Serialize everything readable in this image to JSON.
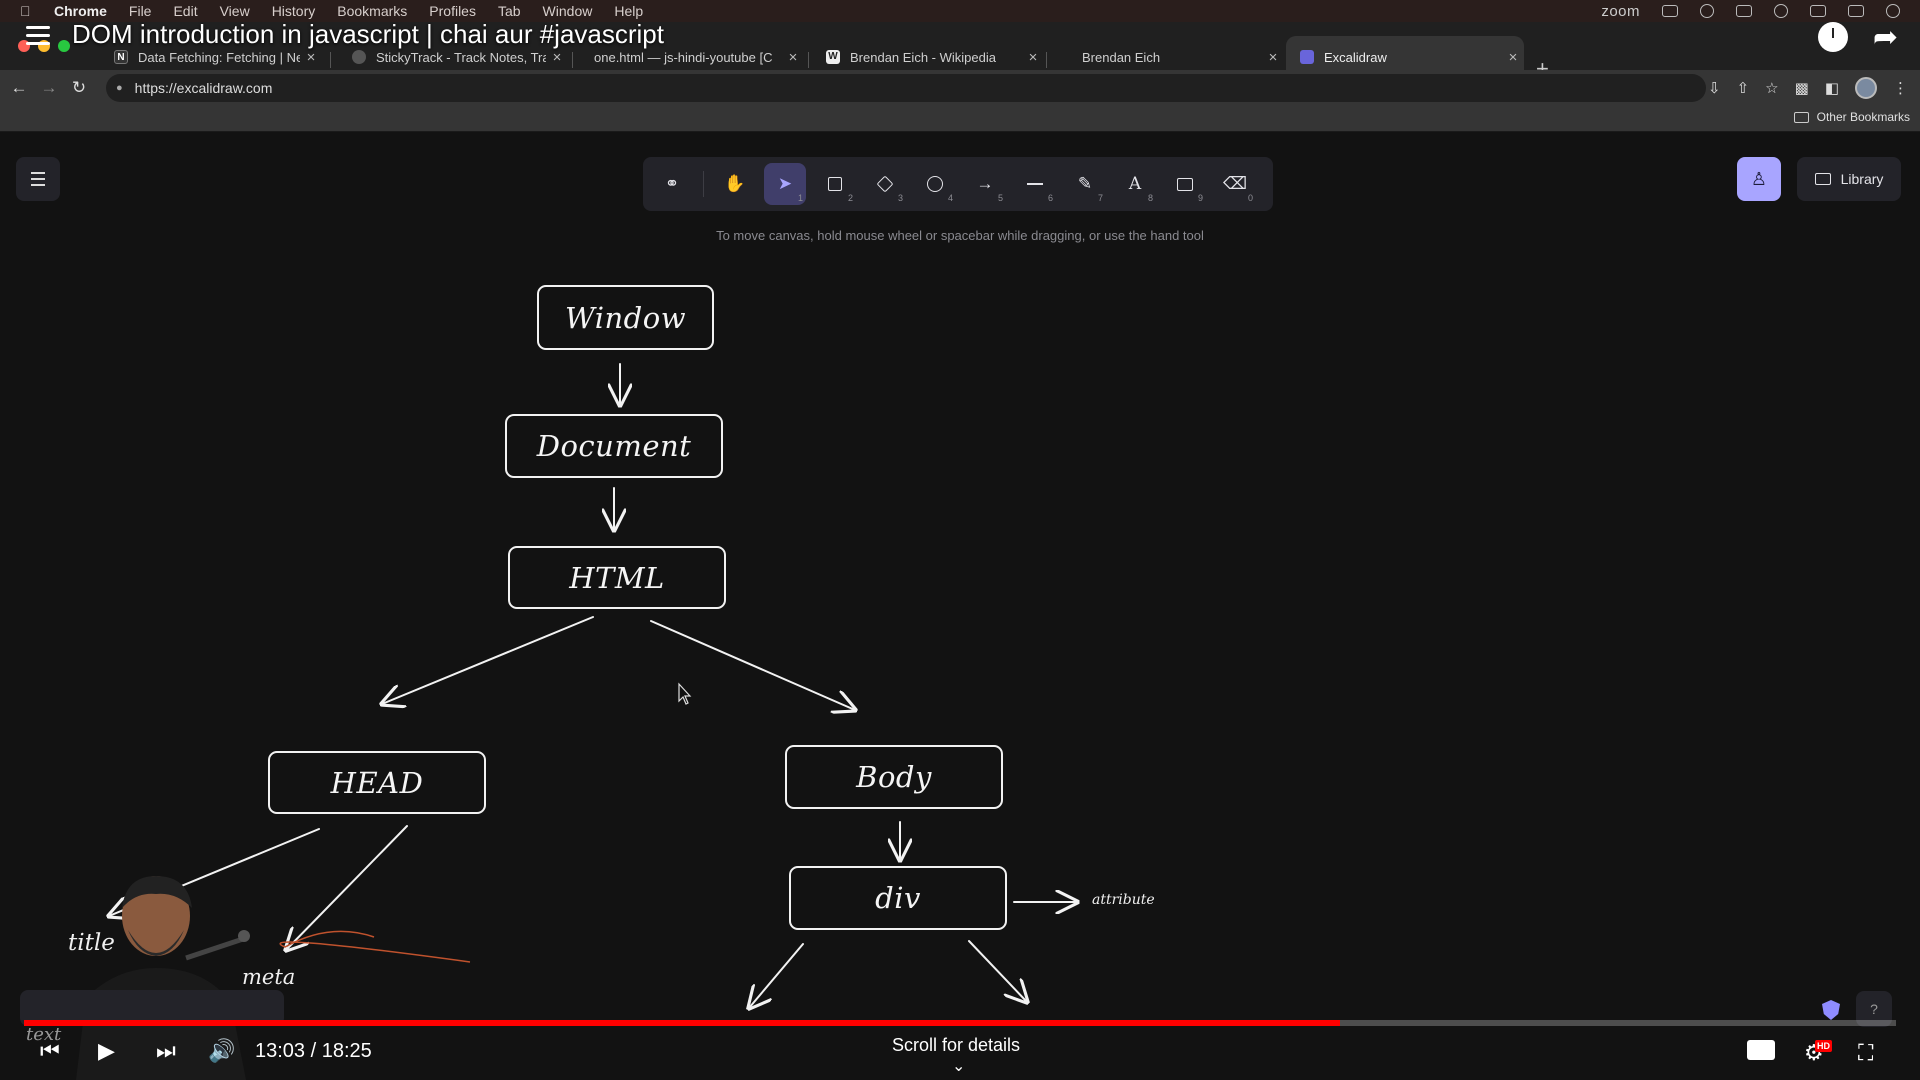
{
  "menubar": {
    "app": "Chrome",
    "items": [
      "File",
      "Edit",
      "View",
      "History",
      "Bookmarks",
      "Profiles",
      "Tab",
      "Window",
      "Help"
    ],
    "zoom": "zoom"
  },
  "video": {
    "title": "DOM introduction in javascript | chai aur #javascript",
    "time": "13:03 / 18:25",
    "played_fraction": 0.703,
    "buffered_fraction": 0.653,
    "scroll_hint": "Scroll for details",
    "hd_badge": "HD"
  },
  "tabs": [
    {
      "label": "Data Fetching: Fetching | Next",
      "close": "×"
    },
    {
      "label": "StickyTrack - Track Notes, Trac",
      "close": "×"
    },
    {
      "label": "one.html — js-hindi-youtube [C",
      "close": "×"
    },
    {
      "label": "Brendan Eich - Wikipedia",
      "icon": "W",
      "close": "×"
    },
    {
      "label": "Brendan Eich",
      "close": "×"
    },
    {
      "label": "Excalidraw",
      "close": "×"
    }
  ],
  "newtab": "+",
  "address": {
    "url": "https://excalidraw.com"
  },
  "bookmarks": {
    "other": "Other Bookmarks"
  },
  "excalidraw": {
    "library_label": "Library",
    "hint": "To move canvas, hold mouse wheel or spacebar while dragging, or use the hand tool",
    "tools": [
      {
        "name": "lock-icon",
        "key": ""
      },
      {
        "name": "hand-icon",
        "key": ""
      },
      {
        "name": "selection-icon",
        "key": "1"
      },
      {
        "name": "rectangle-icon",
        "key": "2"
      },
      {
        "name": "diamond-icon",
        "key": "3"
      },
      {
        "name": "ellipse-icon",
        "key": "4"
      },
      {
        "name": "arrow-icon",
        "key": "5"
      },
      {
        "name": "line-icon",
        "key": "6"
      },
      {
        "name": "draw-icon",
        "key": "7"
      },
      {
        "name": "text-icon",
        "key": "8"
      },
      {
        "name": "image-icon",
        "key": "9"
      },
      {
        "name": "eraser-icon",
        "key": "0"
      }
    ],
    "accent": "#a8a5ff"
  },
  "diagram": {
    "nodes": {
      "window": "Window",
      "document": "Document",
      "html": "HTML",
      "head": "HEAD",
      "body": "Body",
      "div": "div"
    },
    "labels": {
      "attribute": "attribute",
      "title": "title",
      "meta": "meta",
      "text": "text"
    }
  }
}
